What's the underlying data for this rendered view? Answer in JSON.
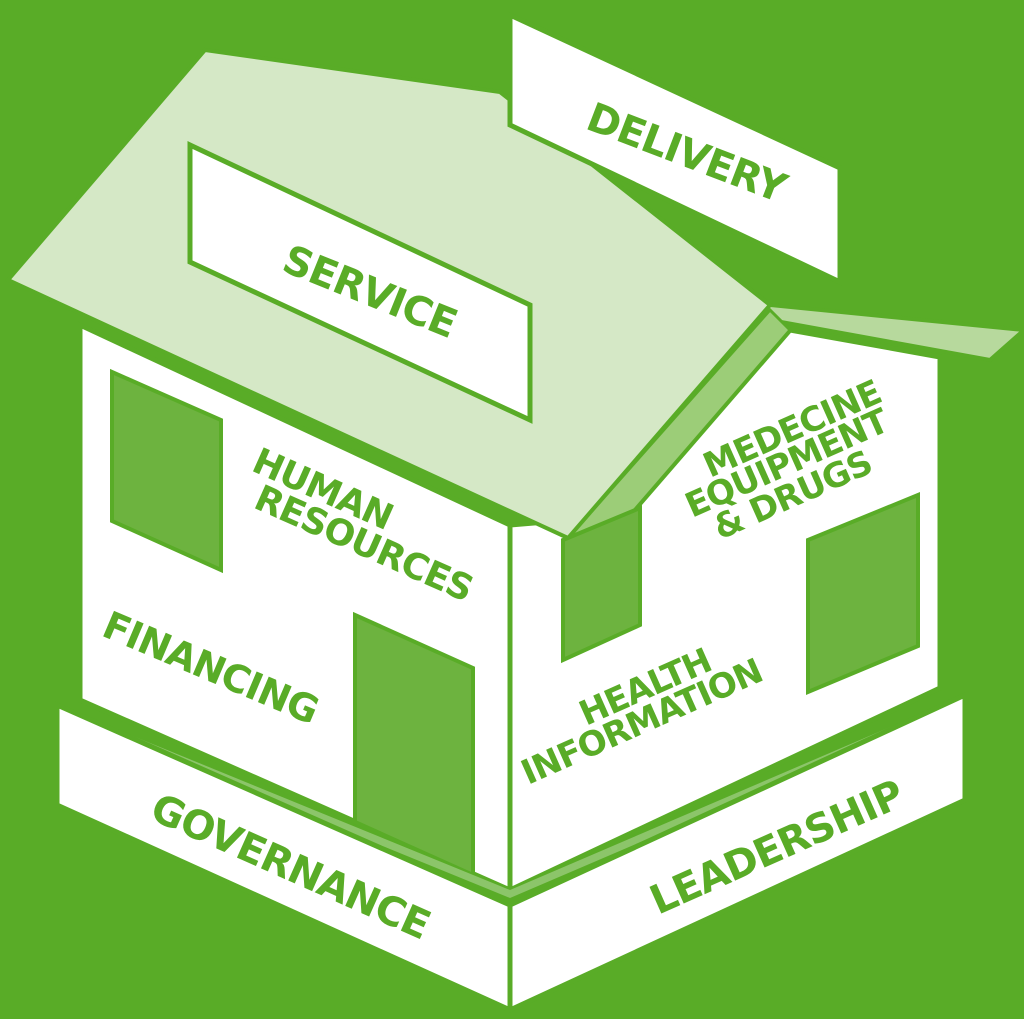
{
  "diagram": {
    "labels": {
      "delivery": "DELIVERY",
      "service": "SERVICE",
      "human_resources_1": "HUMAN",
      "human_resources_2": "RESOURCES",
      "medicine_1": "MEDECINE",
      "medicine_2": "EQUIPMENT",
      "medicine_3": "& DRUGS",
      "financing": "FINANCING",
      "health_info_1": "HEALTH",
      "health_info_2": "INFORMATION",
      "governance": "GOVERNANCE",
      "leadership": "LEADERSHIP"
    },
    "colors": {
      "background": "#59ac27",
      "window": "#6db33f",
      "roof_light": "#d5e8c6",
      "roof_mid": "#b7d99d",
      "wall": "#ffffff"
    }
  }
}
